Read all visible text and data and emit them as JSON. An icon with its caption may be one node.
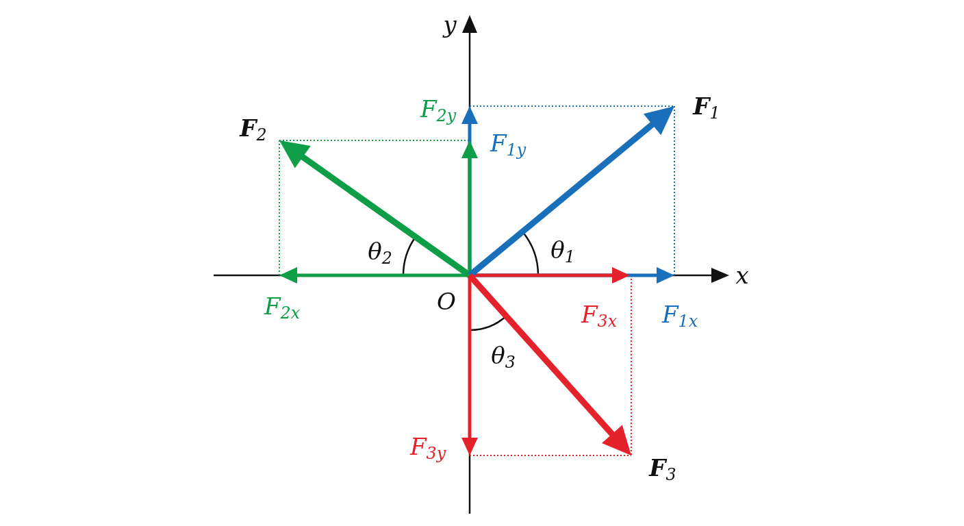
{
  "diagram": {
    "labels": [
      "y",
      "F$_{2y}$",
      "**F**$_{1}$",
      "**F**$_{2}$",
      "F$_{1y}$",
      "θ$_{2}$",
      "θ$_{1}$",
      "x",
      "F$_{2x}$",
      "O",
      "F$_{3x}$",
      "F$_{1x}$",
      "θ$_{3}$",
      "F$_{3y}$",
      "**F**$_{3}$"
    ]
  }
}
